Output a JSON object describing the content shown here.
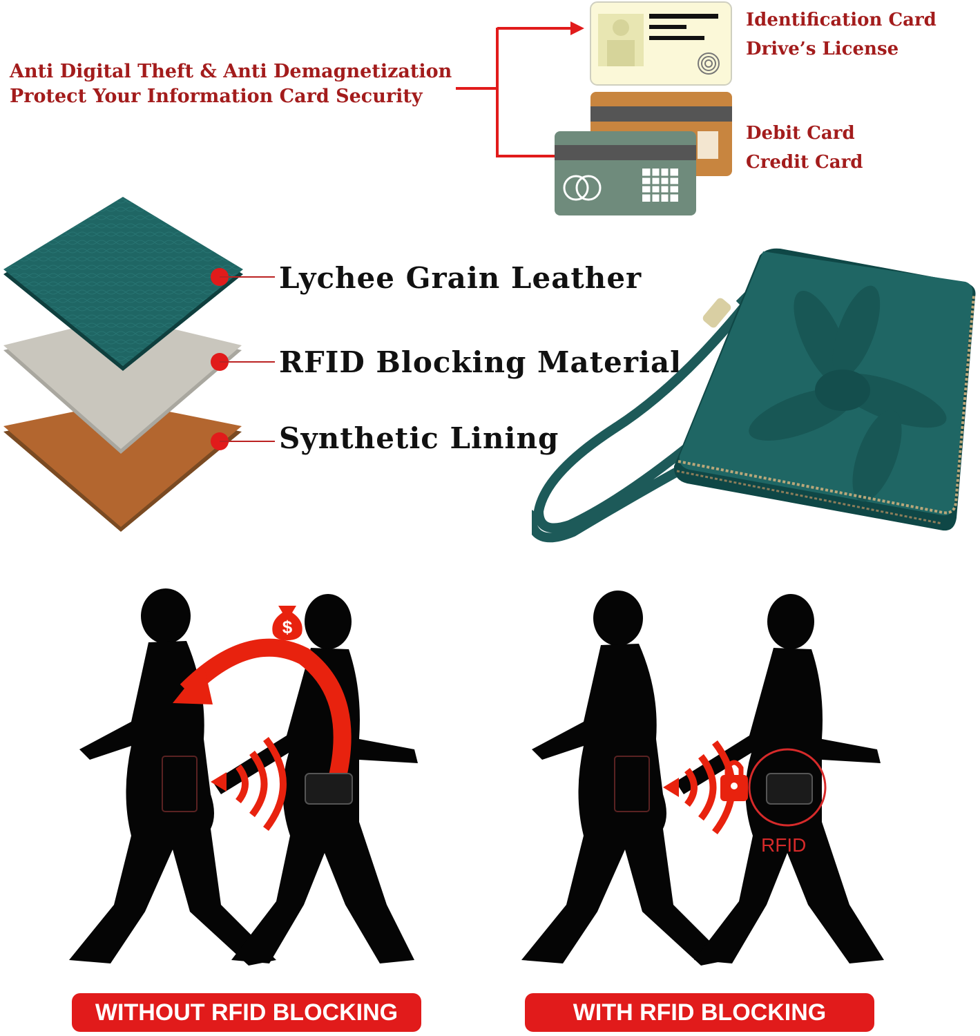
{
  "header": {
    "claim_line1": "Anti Digital Theft & Anti Demagnetization",
    "claim_line2": "Protect Your Information Card Security"
  },
  "cards": {
    "id_line1": "Identification Card",
    "id_line2": "Drive’s License",
    "bank_line1": "Debit Card",
    "bank_line2": "Credit Card"
  },
  "layers": [
    {
      "label": "Lychee Grain Leather"
    },
    {
      "label": "RFID Blocking Material"
    },
    {
      "label": "Synthetic Lining"
    }
  ],
  "scenes": {
    "without_label": "WITHOUT RFID BLOCKING",
    "with_label": "WITH RFID BLOCKING",
    "rfid_text": "RFID"
  },
  "colors": {
    "accent_red": "#e11b1b",
    "text_red": "#a31c1c",
    "wallet_teal": "#1f5f5e",
    "lining_brown": "#b3662f",
    "rfid_grey": "#c9c6bd"
  },
  "icons": [
    "money-bag-icon",
    "lock-icon",
    "signal-waves-icon",
    "arrow-icon"
  ]
}
